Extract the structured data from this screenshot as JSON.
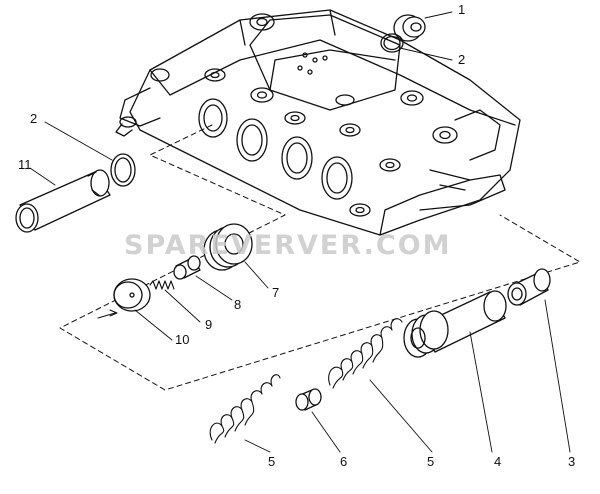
{
  "watermark": "SPAREVERVER.COM",
  "labels": {
    "l1": "1",
    "l2a": "2",
    "l2b": "2",
    "l11": "11",
    "l7": "7",
    "l8": "8",
    "l9": "9",
    "l10": "10",
    "l3": "3",
    "l4": "4",
    "l5a": "5",
    "l5b": "5",
    "l6": "6"
  },
  "colors": {
    "ink": "#111111",
    "watermark": "#c9c9c9",
    "background": "#ffffff"
  }
}
